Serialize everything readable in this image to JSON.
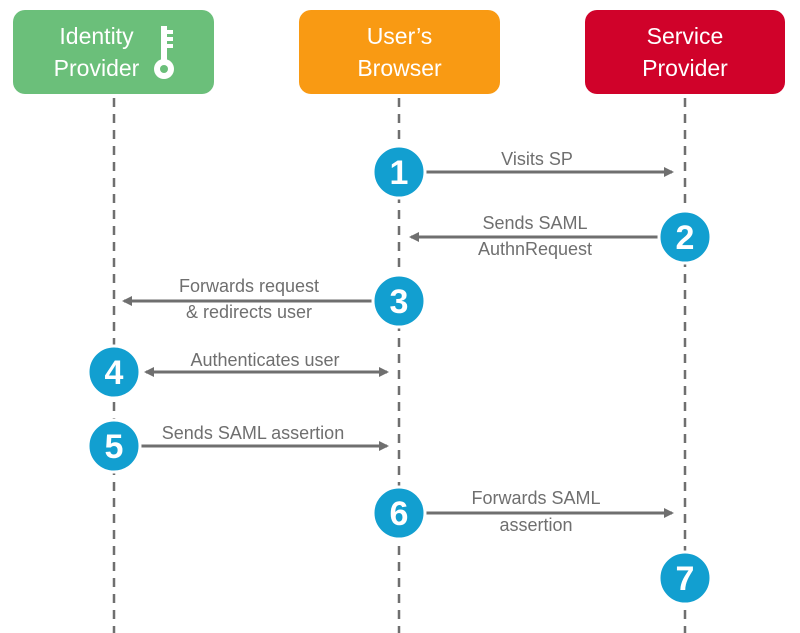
{
  "actors": {
    "idp": {
      "label": "Identity\nProvider",
      "color": "#6bbf7a",
      "icon": "key-icon"
    },
    "browser": {
      "label": "User’s\nBrowser",
      "color": "#f99a13"
    },
    "sp": {
      "label": "Service\nProvider",
      "color": "#d0022a"
    }
  },
  "colors": {
    "step_badge": "#129fd0",
    "arrow": "#6f6f6f",
    "lifeline": "#6f6f6f",
    "message_text": "#6f6f6f"
  },
  "steps": [
    {
      "number": "1",
      "label_lines": [
        "Visits SP"
      ]
    },
    {
      "number": "2",
      "label_lines": [
        "Sends SAML",
        "AuthnRequest"
      ]
    },
    {
      "number": "3",
      "label_lines": [
        "Forwards request",
        "& redirects user"
      ]
    },
    {
      "number": "4",
      "label_lines": [
        "Authenticates user"
      ]
    },
    {
      "number": "5",
      "label_lines": [
        "Sends SAML assertion"
      ]
    },
    {
      "number": "6",
      "label_lines": [
        "Forwards SAML",
        "assertion"
      ]
    },
    {
      "number": "7",
      "label_lines": []
    }
  ]
}
